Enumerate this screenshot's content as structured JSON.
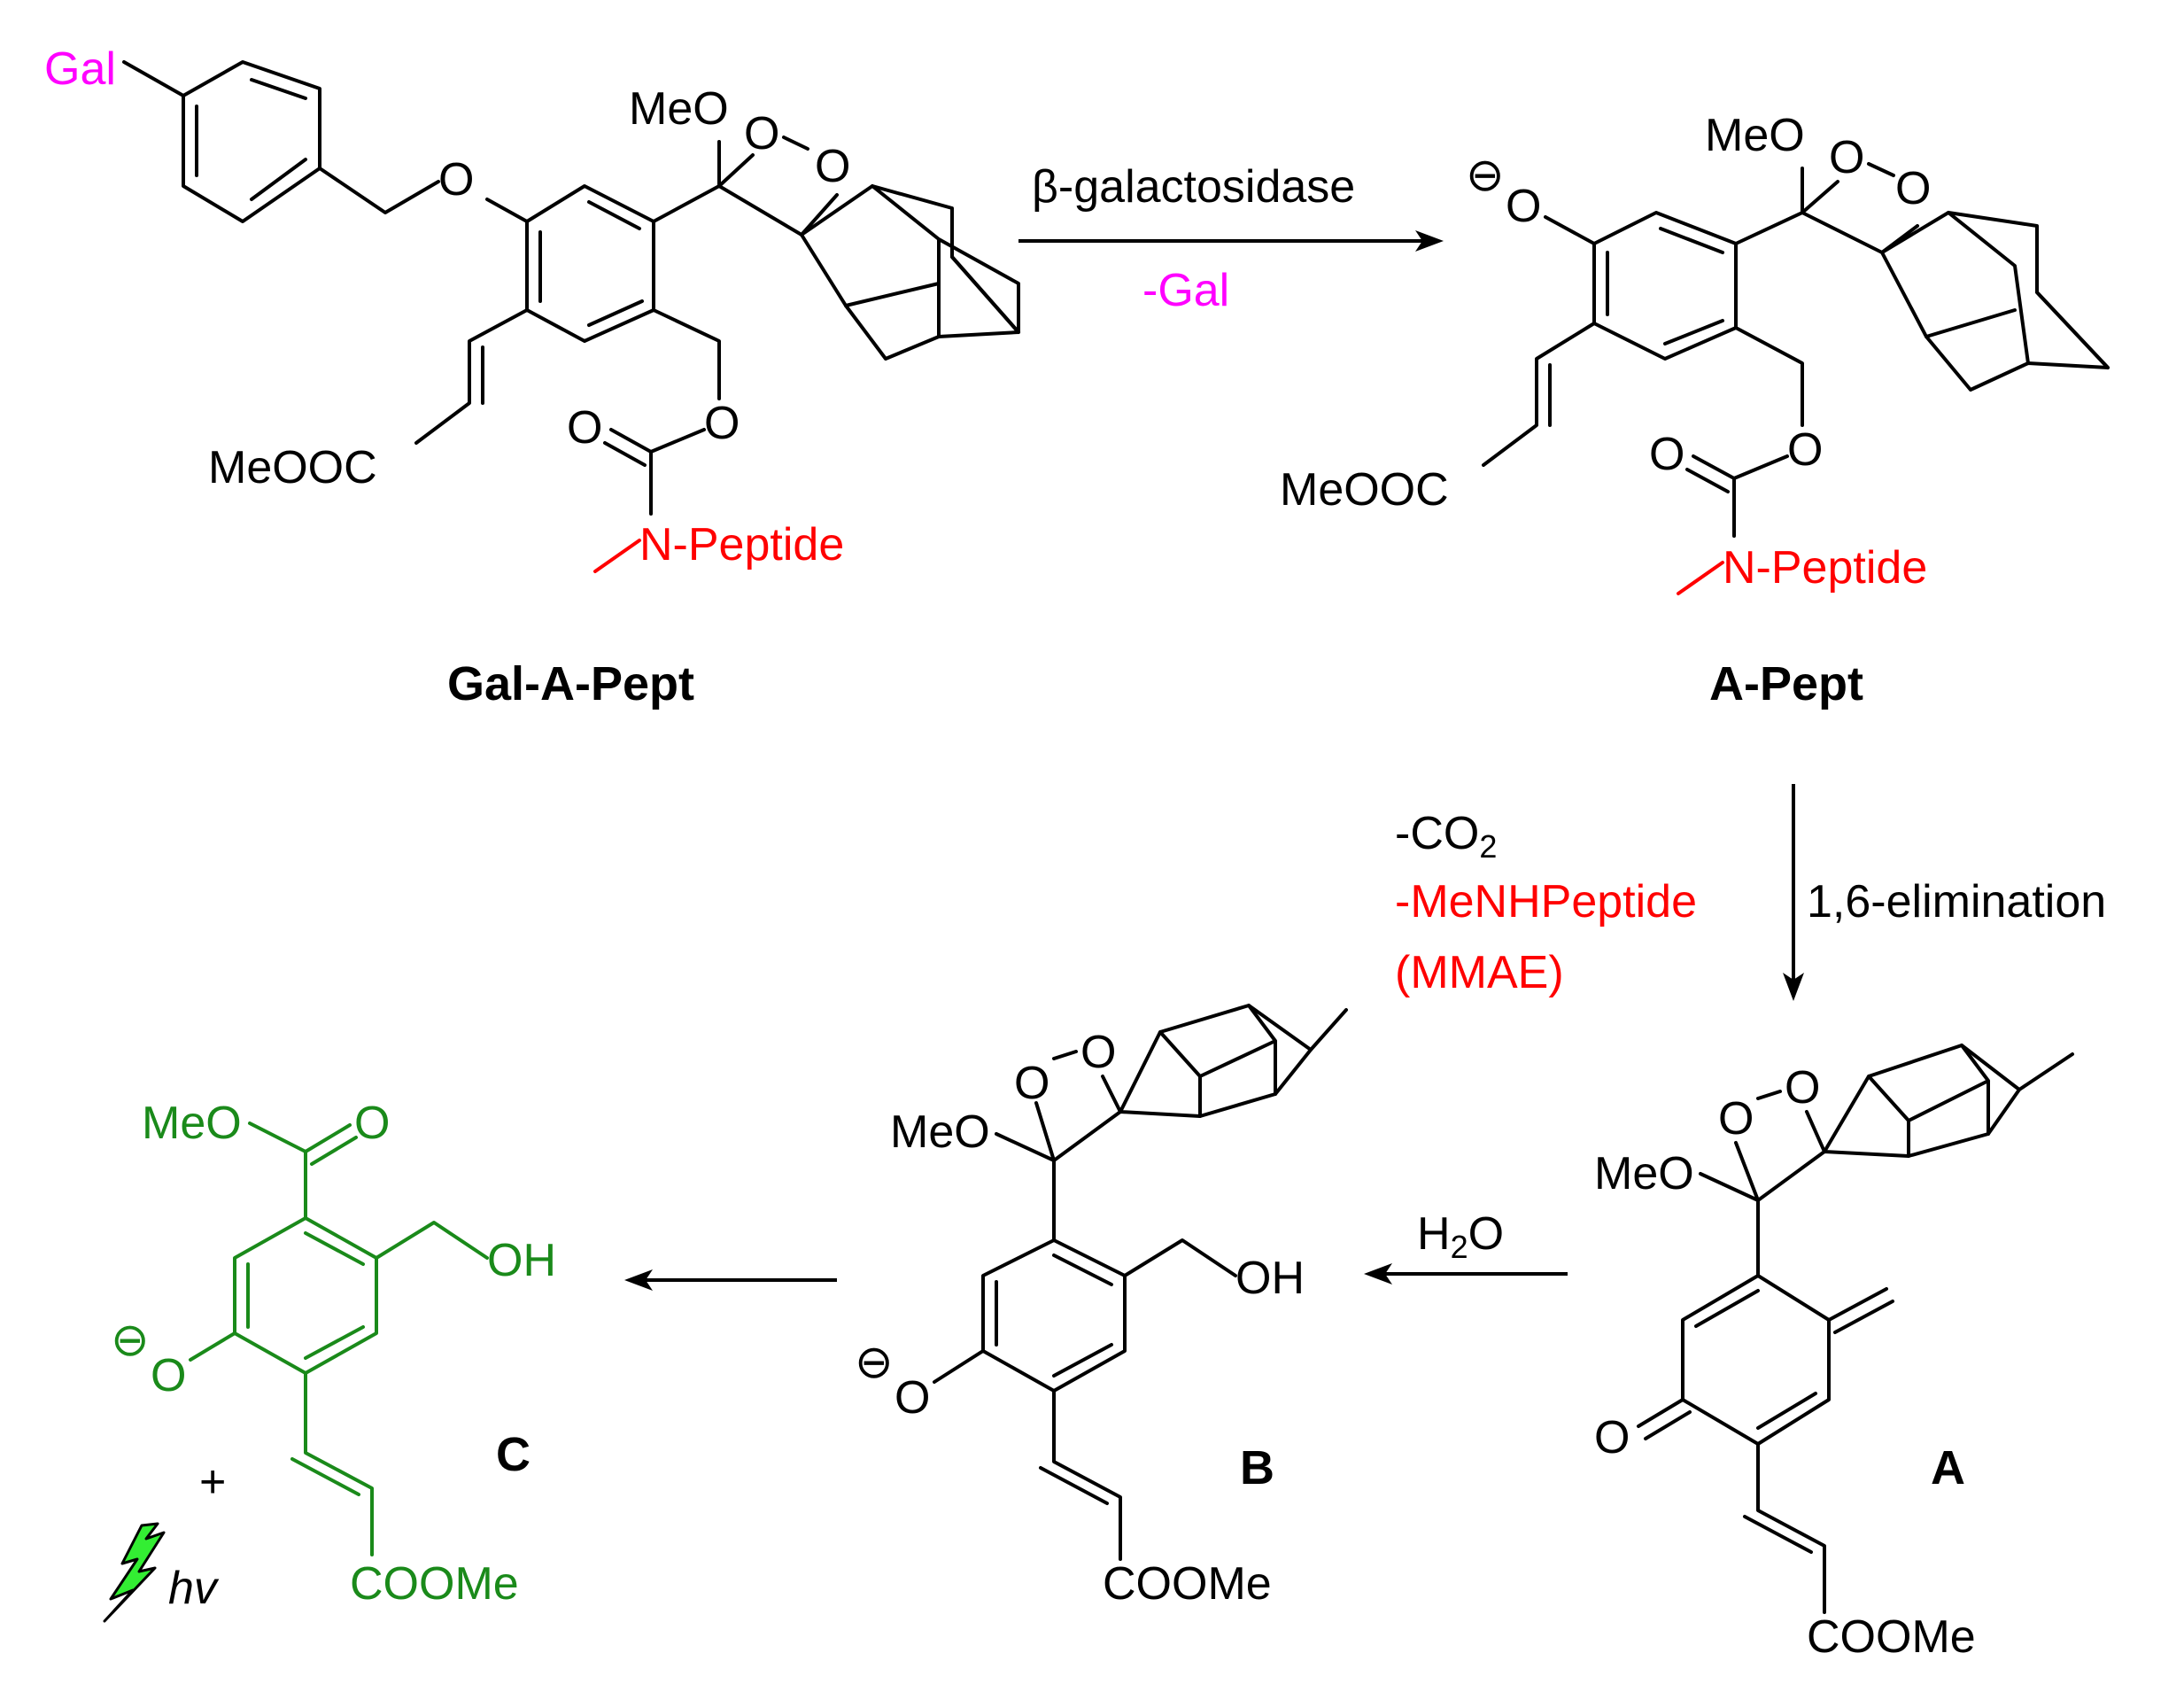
{
  "colors": {
    "galactose": "#ff00ff",
    "peptide": "#ff0000",
    "product": "#1a8a1a",
    "default": "#000000"
  },
  "compounds": {
    "gal_a_pept": {
      "label": "Gal-A-Pept",
      "gal": "Gal",
      "meo": "MeO",
      "o": "O",
      "ester": "MeOOC",
      "peptide": "N-Peptide"
    },
    "a_pept": {
      "label": "A-Pept",
      "charge": "⊖",
      "meo": "MeO",
      "o": "O",
      "ester": "MeOOC",
      "peptide": "N-Peptide"
    },
    "a": {
      "label": "A",
      "meo": "MeO",
      "o": "O",
      "ester": "COOMe"
    },
    "b": {
      "label": "B",
      "meo": "MeO",
      "o": "O",
      "oh": "OH",
      "charge": "⊖",
      "ester": "COOMe"
    },
    "c": {
      "label": "C",
      "meo": "MeO",
      "o": "O",
      "oh": "OH",
      "charge": "⊖",
      "ester": "COOMe",
      "plus": "+",
      "light_icon": "lightning-bolt-icon",
      "hv_h": "h",
      "hv_v": "v"
    }
  },
  "steps": {
    "step1": {
      "reagent": "β-galactosidase",
      "byproduct": "-Gal"
    },
    "step2": {
      "co2_prefix": "-CO",
      "co2_sub": "2",
      "byproduct": "-MeNHPeptide",
      "byproduct_note": "(MMAE)",
      "mechanism": "1,6-elimination"
    },
    "step3": {
      "reagent_h": "H",
      "reagent_sub": "2",
      "reagent_o": "O"
    }
  }
}
